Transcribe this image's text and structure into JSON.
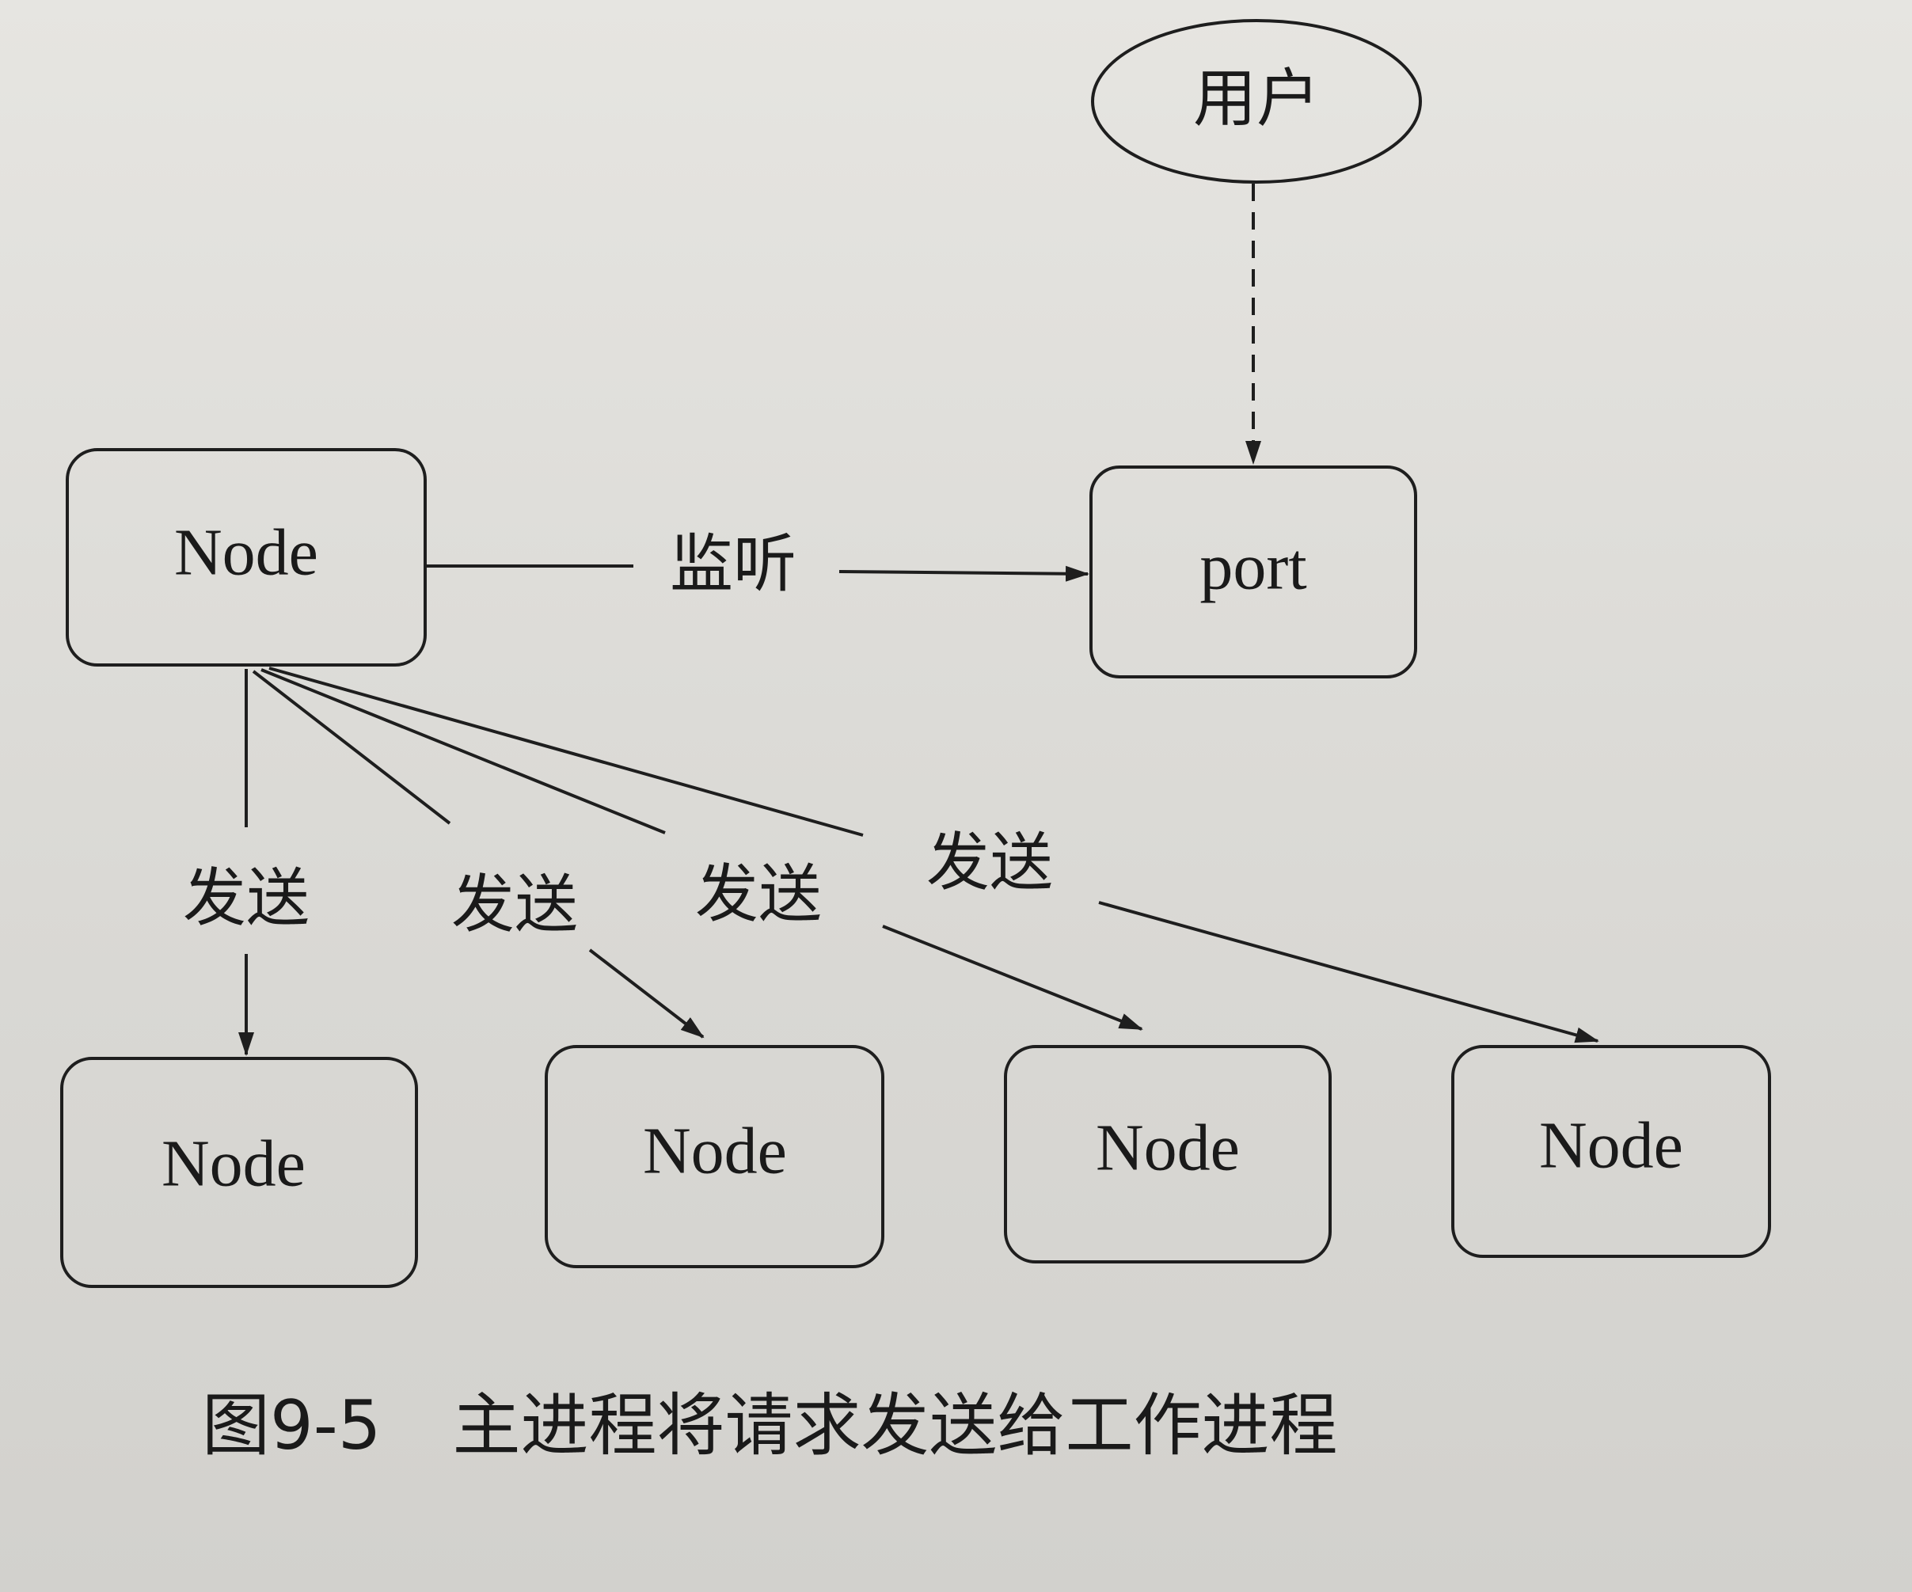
{
  "diagram": {
    "user": "用户",
    "master": "Node",
    "port": "port",
    "listen_label": "监听",
    "send_label_1": "发送",
    "send_label_2": "发送",
    "send_label_3": "发送",
    "send_label_4": "发送",
    "worker_1": "Node",
    "worker_2": "Node",
    "worker_3": "Node",
    "worker_4": "Node"
  },
  "caption": {
    "number": "图9-5",
    "text": "主进程将请求发送给工作进程"
  }
}
